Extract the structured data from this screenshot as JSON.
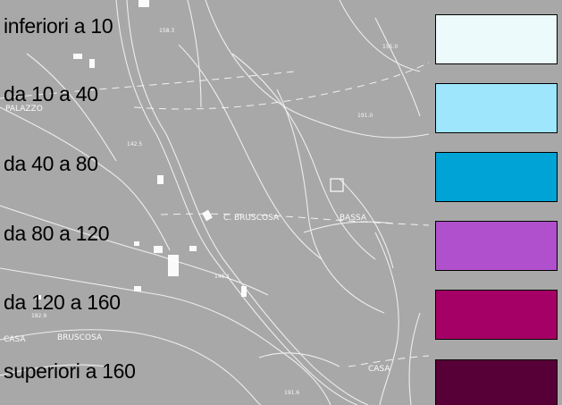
{
  "legend": {
    "items": [
      {
        "label": "inferiori a 10",
        "color": "#ecfafc"
      },
      {
        "label": "da 10 a 40",
        "color": "#9de6fc"
      },
      {
        "label": "da 40 a 80",
        "color": "#00a3d5"
      },
      {
        "label": "da 80 a 120",
        "color": "#b050cc"
      },
      {
        "label": "da 120 a 160",
        "color": "#a50065"
      },
      {
        "label": "superiori a 160",
        "color": "#570037"
      }
    ]
  },
  "map": {
    "places": [
      "PALAZZO",
      "C. BRUSCOSA",
      "BASSA",
      "CASA",
      "BRUSCOSA",
      "CASA"
    ],
    "spot_heights": [
      "158.3",
      "155.0",
      "191.0",
      "142.5",
      "146.1",
      "182.9",
      "191.6"
    ]
  }
}
